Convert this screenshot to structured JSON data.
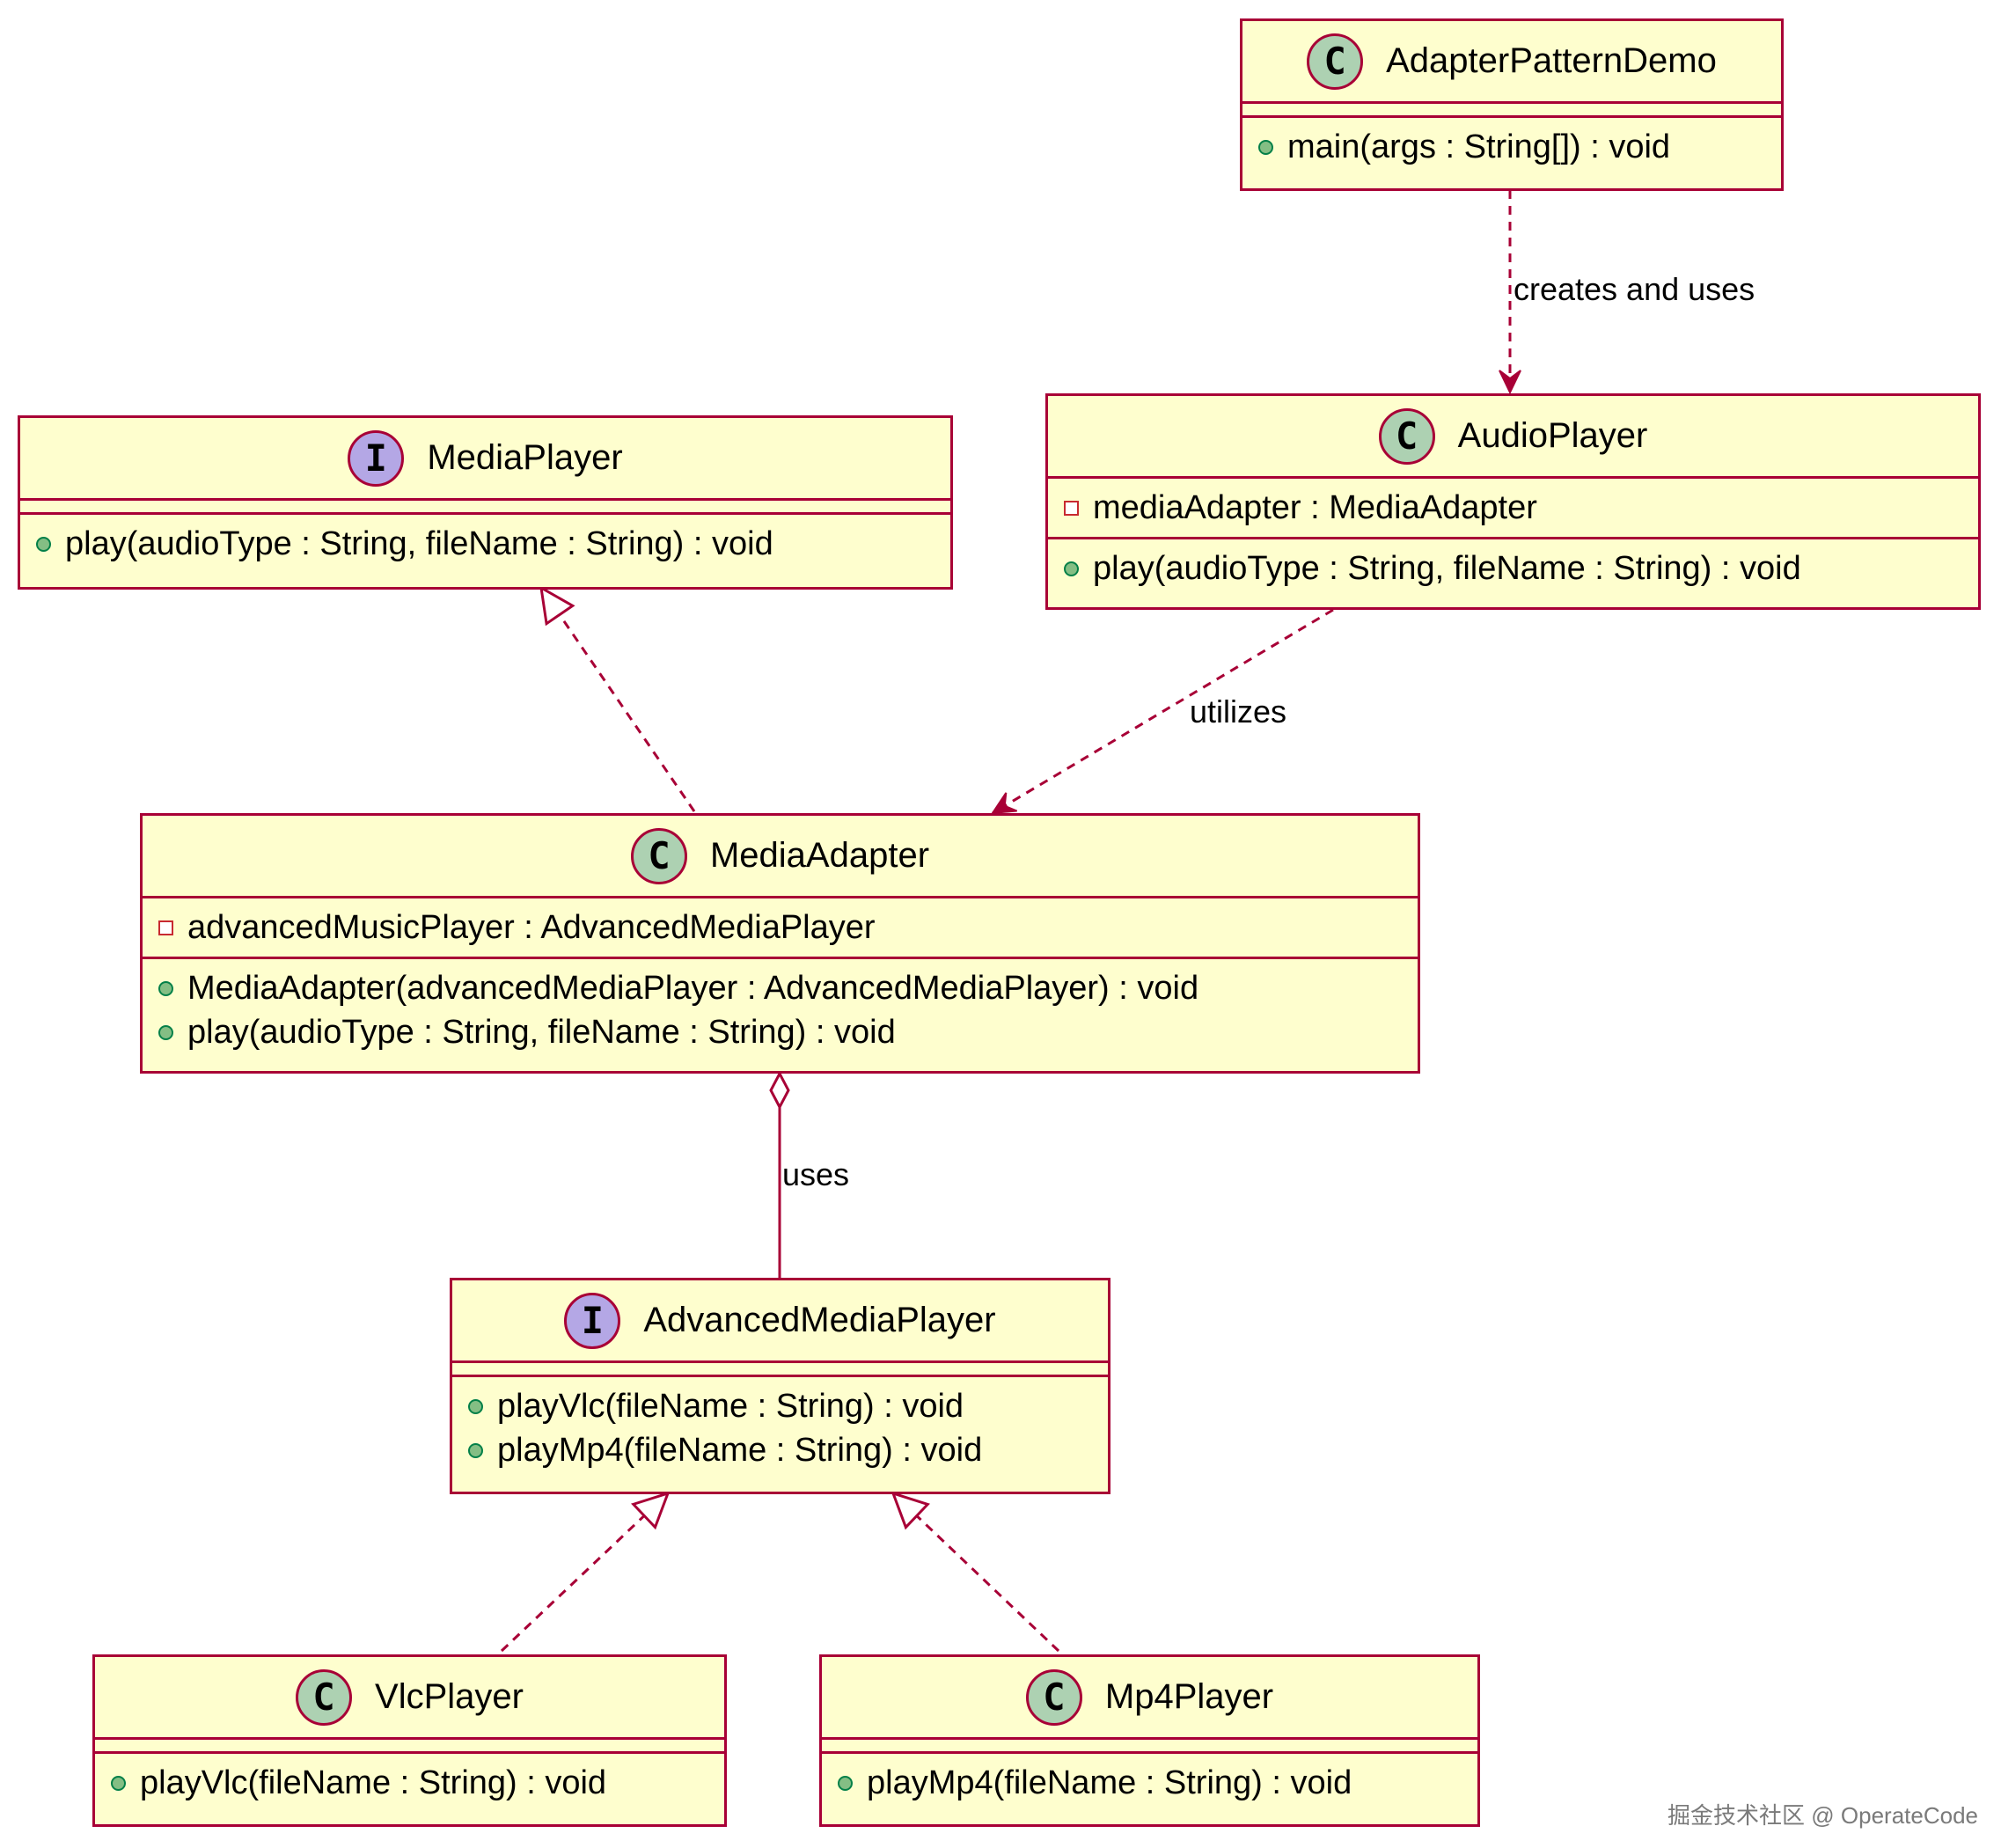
{
  "classes": {
    "adapter_pattern_demo": {
      "kind": "C",
      "name": "AdapterPatternDemo",
      "fields": [],
      "methods": [
        {
          "vis": "+",
          "text": "main(args : String[]) : void"
        }
      ]
    },
    "media_player": {
      "kind": "I",
      "name": "MediaPlayer",
      "fields": [],
      "methods": [
        {
          "vis": "+",
          "text": "play(audioType : String, fileName : String) : void"
        }
      ]
    },
    "audio_player": {
      "kind": "C",
      "name": "AudioPlayer",
      "fields": [
        {
          "vis": "-",
          "text": "mediaAdapter : MediaAdapter"
        }
      ],
      "methods": [
        {
          "vis": "+",
          "text": "play(audioType : String, fileName : String) : void"
        }
      ]
    },
    "media_adapter": {
      "kind": "C",
      "name": "MediaAdapter",
      "fields": [
        {
          "vis": "-",
          "text": "advancedMusicPlayer : AdvancedMediaPlayer"
        }
      ],
      "methods": [
        {
          "vis": "+",
          "text": "MediaAdapter(advancedMediaPlayer : AdvancedMediaPlayer) : void"
        },
        {
          "vis": "+",
          "text": "play(audioType : String, fileName : String) : void"
        }
      ]
    },
    "advanced_media_player": {
      "kind": "I",
      "name": "AdvancedMediaPlayer",
      "fields": [],
      "methods": [
        {
          "vis": "+",
          "text": "playVlc(fileName : String) : void"
        },
        {
          "vis": "+",
          "text": "playMp4(fileName : String) : void"
        }
      ]
    },
    "vlc_player": {
      "kind": "C",
      "name": "VlcPlayer",
      "fields": [],
      "methods": [
        {
          "vis": "+",
          "text": "playVlc(fileName : String) : void"
        }
      ]
    },
    "mp4_player": {
      "kind": "C",
      "name": "Mp4Player",
      "fields": [],
      "methods": [
        {
          "vis": "+",
          "text": "playMp4(fileName : String) : void"
        }
      ]
    }
  },
  "relations": {
    "demo_audio": {
      "type": "dependency",
      "label": "creates and uses"
    },
    "audio_adapter": {
      "type": "dependency",
      "label": "utilizes"
    },
    "adapter_mediaplayer": {
      "type": "realization",
      "label": ""
    },
    "adapter_advanced": {
      "type": "aggregation",
      "label": "uses"
    },
    "vlc_advanced": {
      "type": "realization",
      "label": ""
    },
    "mp4_advanced": {
      "type": "realization",
      "label": ""
    }
  },
  "watermark": "掘金技术社区 @ OperateCode",
  "colors": {
    "border": "#a80036",
    "fill": "#fefece",
    "class_badge": "#add1b2",
    "interface_badge": "#b4a7e5"
  }
}
